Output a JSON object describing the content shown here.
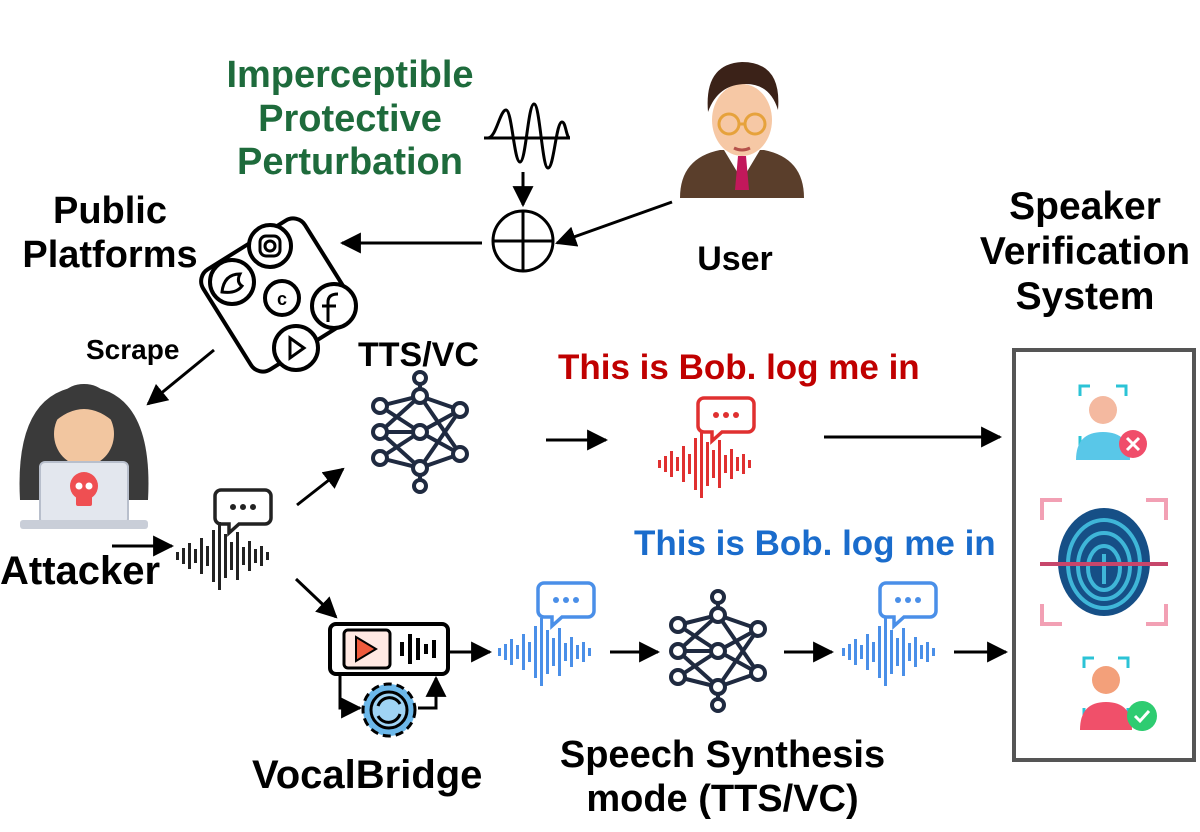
{
  "labels": {
    "perturbation": "Imperceptible Protective Perturbation",
    "public_platforms": "Public Platforms",
    "user": "User",
    "speaker_verification": "Speaker Verification System",
    "scrape": "Scrape",
    "tts_vc": "TTS/VC",
    "phrase_red": "This is Bob. log me in",
    "phrase_blue": "This is Bob. log me in",
    "attacker": "Attacker",
    "vocalbridge": "VocalBridge",
    "synthesis_mode": "Speech Synthesis mode (TTS/VC)"
  },
  "colors": {
    "perturbation_text": "#1e6b3c",
    "phrase_red": "#c00000",
    "phrase_blue": "#1a6ccc",
    "waveform_red": "#e03030",
    "waveform_blue": "#4a8fe8",
    "waveform_black": "#222222",
    "network": "#1f2a40",
    "verify_fail": "#f04d6a",
    "verify_pass": "#2ecc71",
    "fingerprint": "#2aa7c9"
  },
  "icons": {
    "user": "user-avatar-icon",
    "attacker": "hooded-hacker-icon",
    "platforms": "social-media-phone-icon",
    "perturbation_wave": "sine-wave-icon",
    "adder": "circled-plus-icon",
    "neural_net": "neural-network-icon",
    "speech_bubble": "speech-bubble-icon",
    "vocalbridge": "media-gear-icon",
    "fingerprint": "fingerprint-scan-icon",
    "verify_fail": "user-rejected-icon",
    "verify_pass": "user-accepted-icon"
  }
}
